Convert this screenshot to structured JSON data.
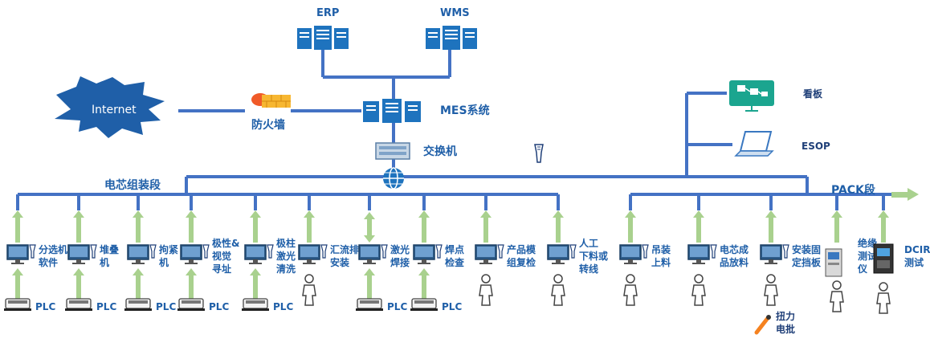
{
  "top": {
    "erp_label": "ERP",
    "wms_label": "WMS",
    "mes_label": "MES系统",
    "internet_label": "Internet",
    "firewall_label": "防火墙",
    "switch_label": "交换机",
    "board_label": "看板",
    "esop_label": "ESOP"
  },
  "sections": {
    "cell_label": "电芯组装段",
    "pack_label": "PACK段"
  },
  "stations": [
    {
      "l1": "分选机",
      "l2": "软件",
      "l3": ""
    },
    {
      "l1": "堆叠",
      "l2": "机",
      "l3": ""
    },
    {
      "l1": "拘紧",
      "l2": "机",
      "l3": ""
    },
    {
      "l1": "极性&",
      "l2": "视觉",
      "l3": "寻址"
    },
    {
      "l1": "极柱",
      "l2": "激光",
      "l3": "清洗"
    },
    {
      "l1": "汇流排",
      "l2": "安装",
      "l3": ""
    },
    {
      "l1": "激光",
      "l2": "焊接",
      "l3": ""
    },
    {
      "l1": "焊点",
      "l2": "检查",
      "l3": ""
    },
    {
      "l1": "产品模",
      "l2": "组复检",
      "l3": ""
    },
    {
      "l1": "人工",
      "l2": "下料或",
      "l3": "转线"
    },
    {
      "l1": "吊装",
      "l2": "上料",
      "l3": ""
    },
    {
      "l1": "电芯成",
      "l2": "品放料",
      "l3": ""
    },
    {
      "l1": "安装固",
      "l2": "定挡板",
      "l3": ""
    },
    {
      "l1": "绝缘",
      "l2": "测试",
      "l3": "仪"
    },
    {
      "l1": "DCIR",
      "l2": "测试",
      "l3": ""
    }
  ],
  "plc_label": "PLC",
  "tool": {
    "l1": "扭力",
    "l2": "电批"
  },
  "colors": {
    "line": "#4472c4",
    "arrow": "#a9d18e",
    "server": "#1e73be",
    "label": "#1f5fa8",
    "internet": "#1f5fa8",
    "board": "#1ba58f"
  }
}
